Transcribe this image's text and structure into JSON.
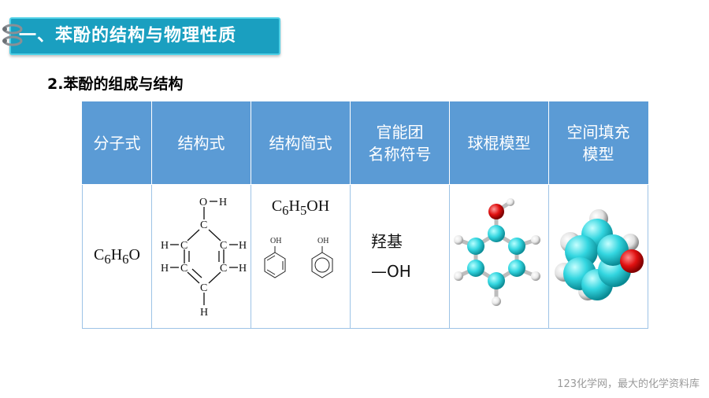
{
  "section_title": "一、苯酚的结构与物理性质",
  "subtitle": "2.苯酚的组成与结构",
  "table": {
    "headers": [
      "分子式",
      "结构式",
      "结构简式",
      "官能团名称符号",
      "球棍模型",
      "空间填充模型"
    ],
    "header_lines": [
      [
        "分子式"
      ],
      [
        "结构式"
      ],
      [
        "结构简式"
      ],
      [
        "官能团",
        "名称符号"
      ],
      [
        "球棍模型"
      ],
      [
        "空间填充模型",
        "模型"
      ]
    ],
    "molecular_formula": {
      "parts": [
        "C",
        "6",
        "H",
        "6",
        "O"
      ]
    },
    "structural_formula": {
      "labels": [
        "O",
        "H",
        "C",
        "H",
        "C",
        "C",
        "H",
        "H",
        "C",
        "C",
        "H",
        "C",
        "H"
      ]
    },
    "condensed_formula": {
      "parts": [
        "C",
        "6",
        "H",
        "5",
        "OH"
      ],
      "oh_label": "OH"
    },
    "functional_group": {
      "name": "羟基",
      "symbol": "—OH"
    }
  },
  "colors": {
    "banner": "#1a9fc0",
    "header": "#5b9bd5",
    "carbon": "#33d6e0",
    "oxygen": "#e01010",
    "hydrogen": "#e8e8e8"
  },
  "watermark": "123化学网，最大的化学资料库"
}
